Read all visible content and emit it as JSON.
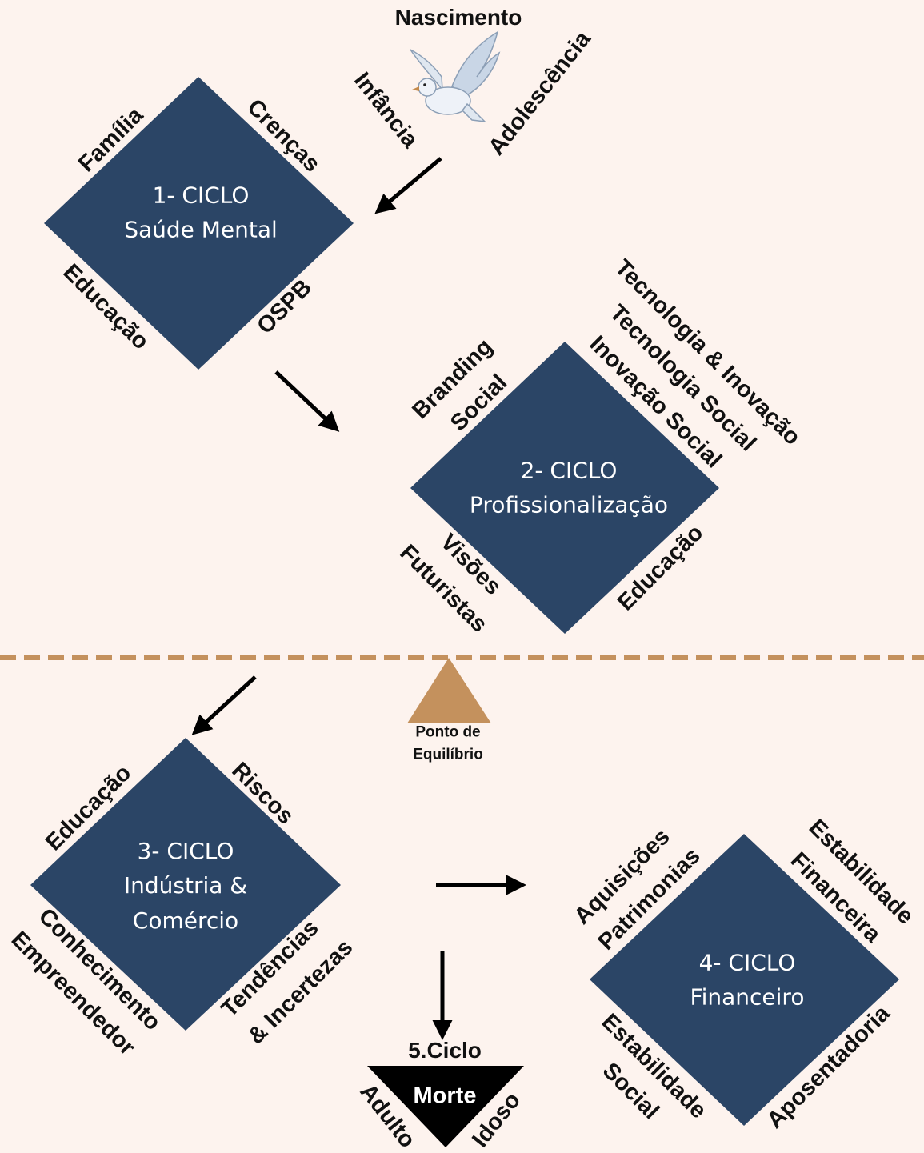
{
  "colors": {
    "background": "#fdf3ee",
    "diamond": "#2b4566",
    "divider": "#c4915d",
    "fulcrum": "#c4915d",
    "arrow": "#000000",
    "text": "#111111",
    "death_triangle": "#000000"
  },
  "birth": {
    "title": "Nascimento",
    "icon": "dove-icon",
    "left_label": "Infância",
    "right_label": "Adolescência"
  },
  "cycles": [
    {
      "line1": "1- CICLO",
      "line2": "Saúde Mental",
      "labels": [
        "Família",
        "Crenças",
        "Educação",
        "OSPB"
      ]
    },
    {
      "line1": "2- CICLO",
      "line2": "Profissionalização",
      "labels": [
        "Branding",
        "Social",
        "Tecnologia & Inovação",
        "Tecnologia Social",
        "Inovação Social",
        "Visões",
        "Futuristas",
        "Educação"
      ]
    },
    {
      "line1": "3- CICLO",
      "line2": "Indústria &",
      "line3": "Comércio",
      "labels": [
        "Educação",
        "Riscos",
        "Conhecimento",
        "Empreendedor",
        "Tendências",
        "& Incertezas"
      ]
    },
    {
      "line1": "4- CICLO",
      "line2": "Financeiro",
      "labels": [
        "Aquisições",
        "Patrimonias",
        "Estabilidade",
        "Financeira",
        "Estabilidade",
        "Social",
        "Aposentadoria"
      ]
    }
  ],
  "equilibrium": {
    "line1": "Ponto de",
    "line2": "Equilíbrio"
  },
  "death": {
    "title": "5.Ciclo",
    "label": "Morte",
    "left_label": "Adulto",
    "right_label": "Idoso"
  }
}
